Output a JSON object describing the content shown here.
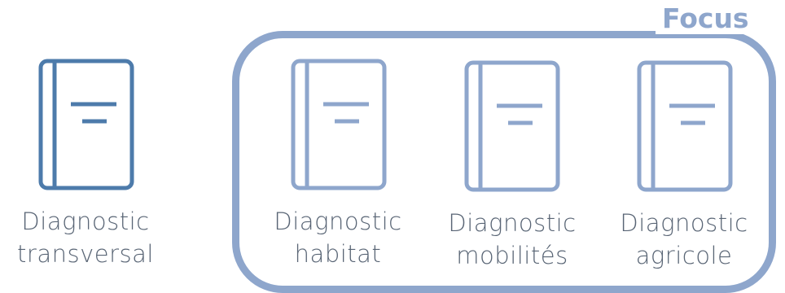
{
  "focus": {
    "title": "Focus",
    "color": "#8ea6cc"
  },
  "items": [
    {
      "id": "transversal",
      "line1": "Diagnostic",
      "line2": "transversal",
      "color": "#4d7bab",
      "in_focus": false
    },
    {
      "id": "habitat",
      "line1": "Diagnostic",
      "line2": "habitat",
      "color": "#8ea6cc",
      "in_focus": true
    },
    {
      "id": "mobilites",
      "line1": "Diagnostic",
      "line2": "mobilités",
      "color": "#8ea6cc",
      "in_focus": true
    },
    {
      "id": "agricole",
      "line1": "Diagnostic",
      "line2": "agricole",
      "color": "#8ea6cc",
      "in_focus": true
    }
  ]
}
